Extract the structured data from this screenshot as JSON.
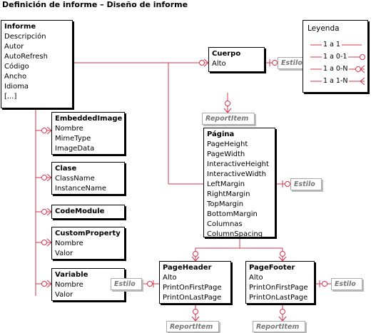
{
  "title": "Definición de informe – Diseño de informe",
  "colors": {
    "line": "#d6334b",
    "ref_border": "#aaaaaa",
    "ref_text": "#777777"
  },
  "entities": {
    "informe": {
      "name": "Informe",
      "fields": [
        "Descripción",
        "Autor",
        "AutoRefresh",
        "Código",
        "Ancho",
        "Idioma",
        "[...]"
      ]
    },
    "cuerpo": {
      "name": "Cuerpo",
      "fields": [
        "Alto"
      ]
    },
    "embeddedimage": {
      "name": "EmbeddedImage",
      "fields": [
        "Nombre",
        "MimeType",
        "ImageData"
      ]
    },
    "clase": {
      "name": "Clase",
      "fields": [
        "ClassName",
        "InstanceName"
      ]
    },
    "codemodule": {
      "name": "CodeModule",
      "fields": []
    },
    "customproperty": {
      "name": "CustomProperty",
      "fields": [
        "Nombre",
        "Valor"
      ]
    },
    "variable": {
      "name": "Variable",
      "fields": [
        "Nombre",
        "Valor"
      ]
    },
    "pagina": {
      "name": "Página",
      "fields": [
        "PageHeight",
        "PageWidth",
        "InteractiveHeight",
        "InteractiveWidth",
        "LeftMargin",
        "RightMargin",
        "TopMargin",
        "BottomMargin",
        "Columnas",
        "ColumnSpacing"
      ]
    },
    "pageheader": {
      "name": "PageHeader",
      "fields": [
        "Alto",
        "PrintOnFirstPage",
        "PrintOnLastPage"
      ]
    },
    "pagefooter": {
      "name": "PageFooter",
      "fields": [
        "Alto",
        "PrintOnFirstPage",
        "PrintOnLastPage"
      ]
    }
  },
  "refs": {
    "estilo": "Estilo",
    "reportitem": "ReportItem"
  },
  "legend": {
    "title": "Leyenda",
    "items": [
      {
        "label": "1 a 1",
        "end": "none"
      },
      {
        "label": "1 a 0-1",
        "end": "circle"
      },
      {
        "label": "1 a 0-N",
        "end": "circle-crow"
      },
      {
        "label": "1 a 1-N",
        "end": "crow"
      }
    ]
  }
}
